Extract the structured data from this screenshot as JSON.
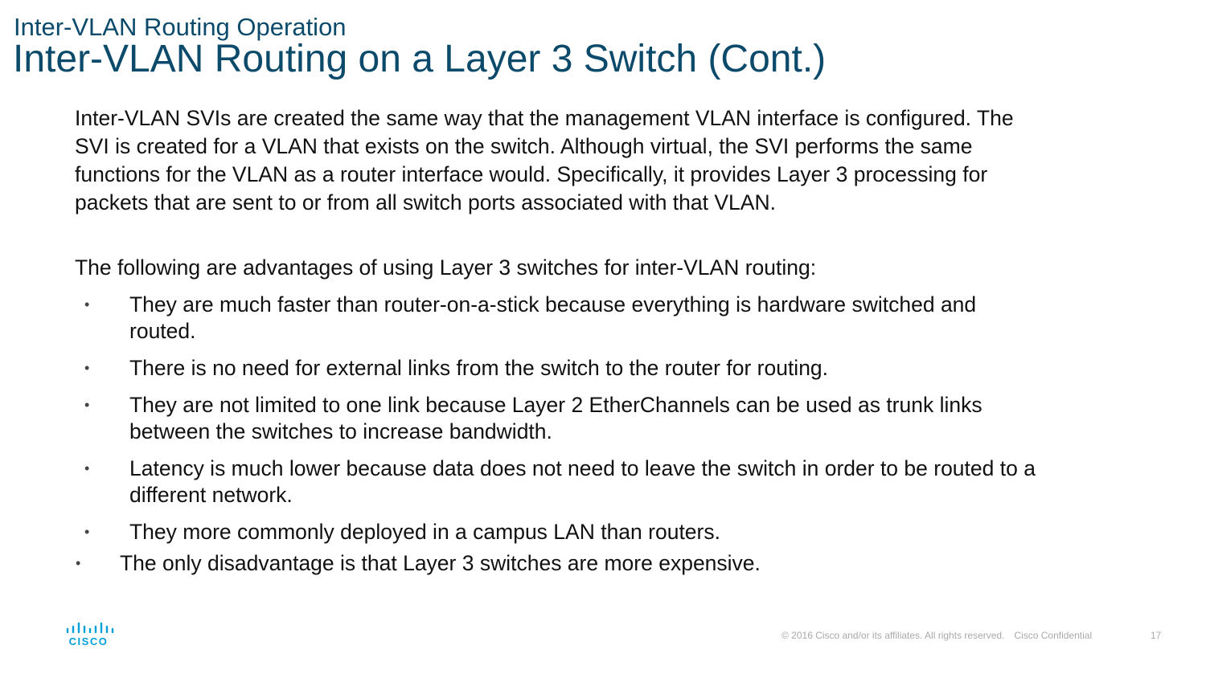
{
  "header": {
    "supertitle": "Inter-VLAN Routing Operation",
    "title": "Inter-VLAN Routing on a Layer 3 Switch (Cont.)"
  },
  "body": {
    "intro_lines": [
      "Inter-VLAN SVIs are created the same way that the management VLAN interface is configured. The",
      "SVI is created for a VLAN that exists on the switch. Although virtual, the SVI performs the same",
      "functions for the VLAN as a router interface would. Specifically, it provides Layer 3 processing for",
      "packets that are sent to or from all switch ports associated with that VLAN."
    ],
    "advantages_lead": "The following are advantages of using Layer 3 switches for inter-VLAN routing:",
    "advantages": [
      [
        "They are much faster than router-on-a-stick because everything is hardware switched and",
        "routed."
      ],
      [
        "There is no need for external links from the switch to the router for routing."
      ],
      [
        "They are not limited to one link because Layer 2 EtherChannels can be used as trunk links",
        "between the switches to increase bandwidth."
      ],
      [
        "Latency is much lower because data does not need to leave the switch in order to be routed to a",
        "different network."
      ],
      [
        "They more commonly deployed in a campus LAN than routers."
      ]
    ],
    "disadvantage": "The only disadvantage is that Layer 3 switches are more expensive.",
    "bullet_char": "•"
  },
  "footer": {
    "logo_word": "CISCO",
    "copyright": "© 2016  Cisco and/or its affiliates. All rights reserved.",
    "confidential": "Cisco Confidential",
    "page_number": "17"
  },
  "colors": {
    "title": "#0b4a6a",
    "body_text": "#111111",
    "logo": "#049fd9",
    "footer_text": "#a9a9a9"
  }
}
